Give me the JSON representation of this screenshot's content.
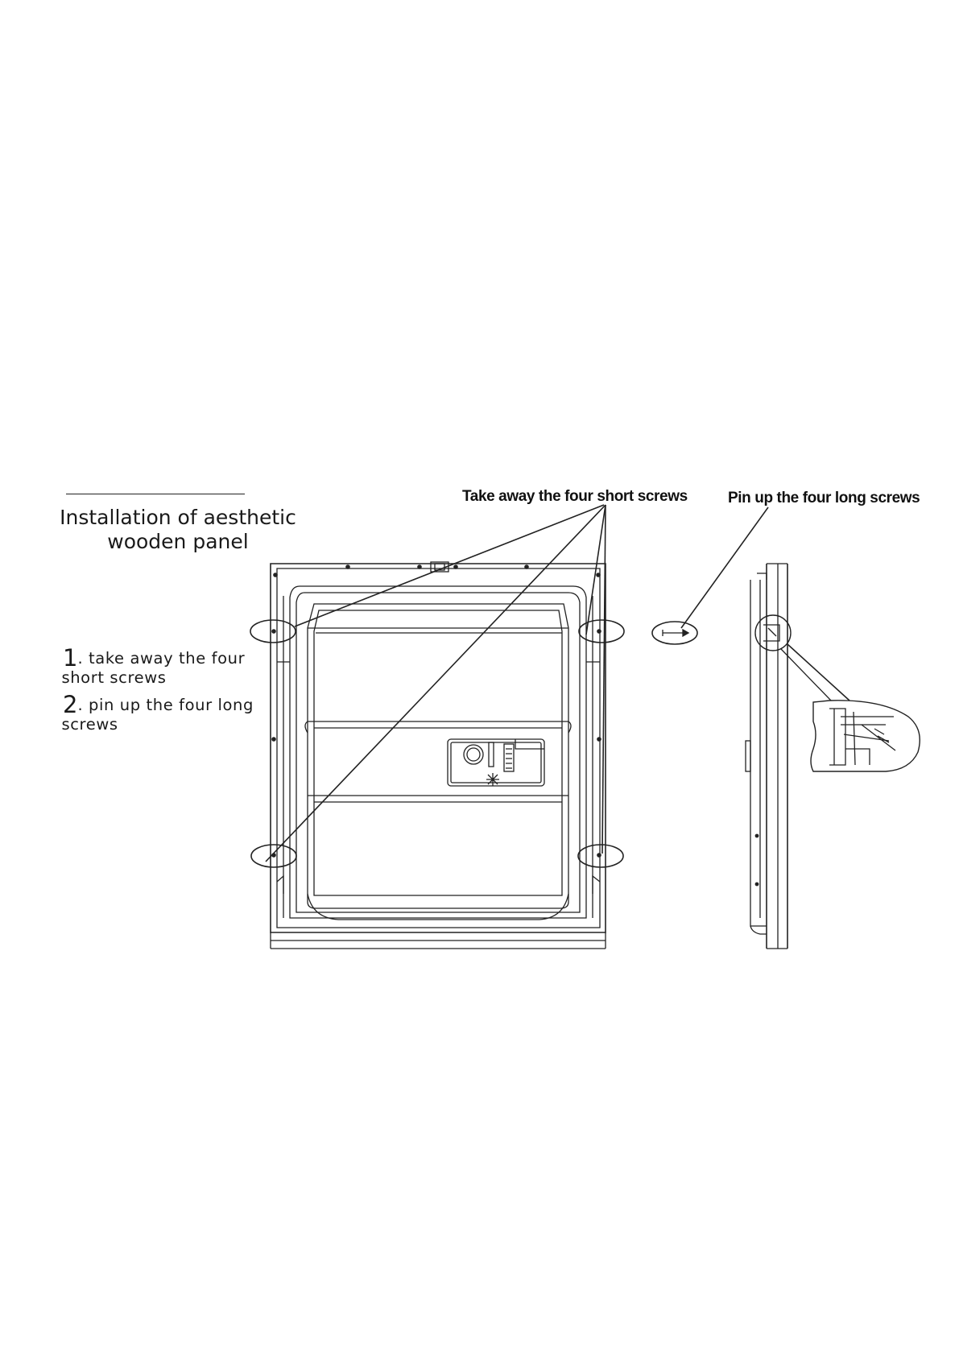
{
  "title": {
    "line1": "Installation of aesthetic",
    "line2": "wooden panel"
  },
  "steps": [
    {
      "number": "1",
      "line1": ". take away the four",
      "line2": "short  screws"
    },
    {
      "number": "2",
      "line1": ". pin up the four long",
      "line2": "screws"
    }
  ],
  "callouts": {
    "short_screws": "Take away the four short screws",
    "long_screws": "Pin up  the four long screws"
  },
  "colors": {
    "line": "#222222",
    "background": "#ffffff"
  }
}
